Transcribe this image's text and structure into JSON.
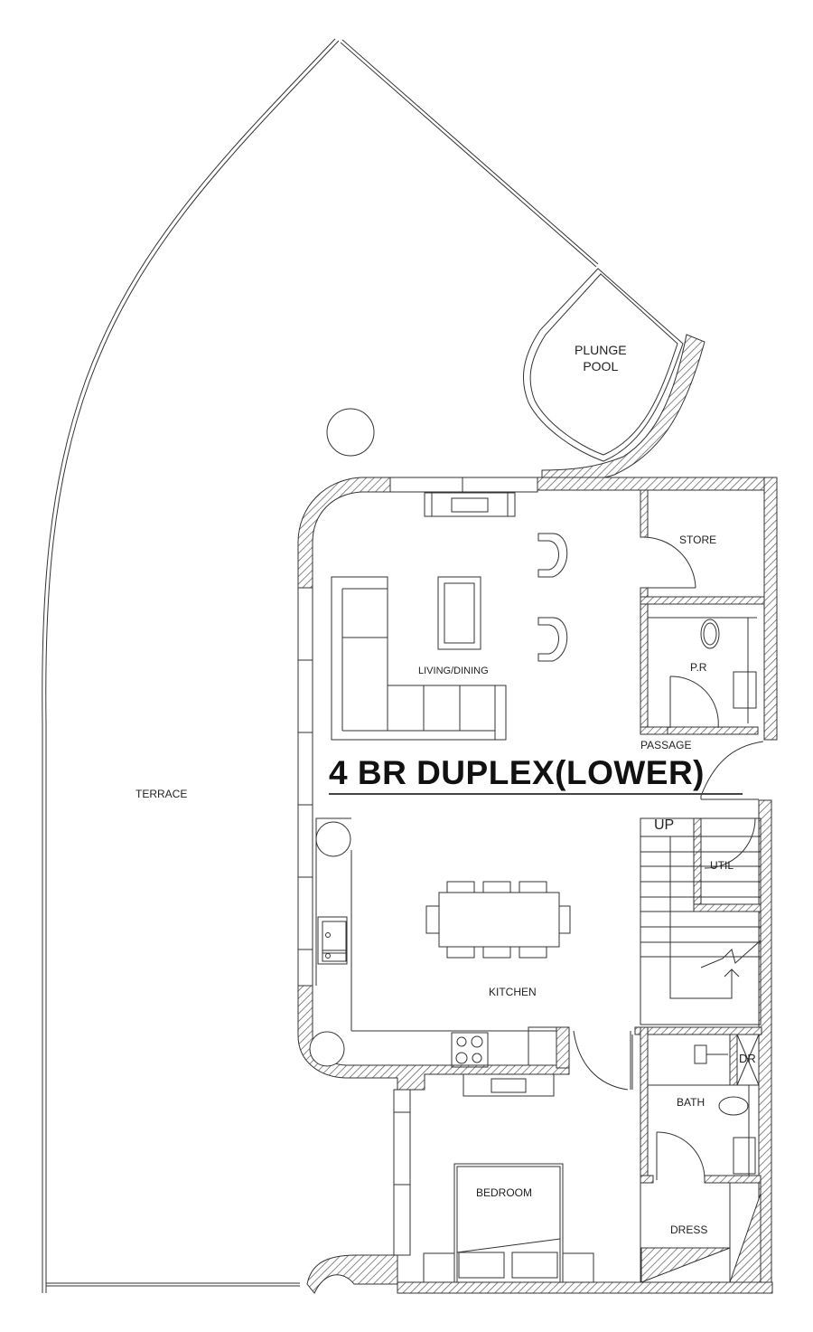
{
  "drawing": {
    "title": "4 BR DUPLEX(LOWER)",
    "line_color": "#222222",
    "hatch_color": "#555555",
    "background": "#ffffff"
  },
  "rooms": {
    "plunge_pool_line1": "PLUNGE",
    "plunge_pool_line2": "POOL",
    "terrace": "TERRACE",
    "living_dining": "LIVING/DINING",
    "store": "STORE",
    "powder_room": "P.R",
    "passage": "PASSAGE",
    "stair_up": "UP",
    "utility": "UTIL",
    "kitchen": "KITCHEN",
    "dr": "DR",
    "bath": "BATH",
    "bedroom": "BEDROOM",
    "dress": "DRESS"
  },
  "furniture_icons": [
    "l-sofa-icon",
    "coffee-table-icon",
    "armchair-icon",
    "tv-console-icon",
    "dining-table-icon",
    "dining-chair-icon",
    "sink-icon",
    "cooktop-icon",
    "wc-icon",
    "basin-icon",
    "double-bed-icon",
    "nightstand-icon",
    "round-column-icon",
    "tree-icon"
  ]
}
